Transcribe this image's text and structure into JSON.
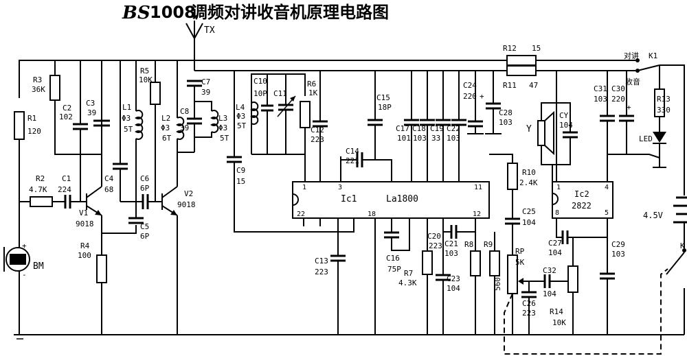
{
  "title": {
    "brand": "BS",
    "model": "1008",
    "text": "调频对讲收音机原理电路图"
  },
  "antenna": {
    "label": "TX"
  },
  "switch_k1": {
    "name": "K1",
    "pos_talk": "对讲",
    "pos_radio": "收音"
  },
  "power": {
    "voltage": "4.5V",
    "switch": "K"
  },
  "mic": {
    "label": "BM",
    "plus": "+",
    "minus": "-"
  },
  "speaker": {
    "label": "Y"
  },
  "led": {
    "label": "LED"
  },
  "ics": {
    "ic1": {
      "ref": "Ic1",
      "part": "La1800",
      "pins": [
        "1",
        "3",
        "11",
        "22",
        "18",
        "12"
      ]
    },
    "ic2": {
      "ref": "Ic2",
      "part": "2822",
      "pins": [
        "1",
        "4",
        "8",
        "5"
      ]
    }
  },
  "transistors": {
    "v1": {
      "ref": "V1",
      "type": "9018"
    },
    "v2": {
      "ref": "V2",
      "type": "9018"
    }
  },
  "resistors": {
    "r1": {
      "ref": "R1",
      "value": "120"
    },
    "r2": {
      "ref": "R2",
      "value": "4.7K"
    },
    "r3": {
      "ref": "R3",
      "value": "36K"
    },
    "r4": {
      "ref": "R4",
      "value": "100"
    },
    "r5": {
      "ref": "R5",
      "value": "10K"
    },
    "r6": {
      "ref": "R6",
      "value": "1K"
    },
    "r7": {
      "ref": "R7",
      "value": "4.3K"
    },
    "r8": {
      "ref": "R8",
      "value": ""
    },
    "r9": {
      "ref": "R9",
      "value": "560"
    },
    "r10": {
      "ref": "R10",
      "value": "2.4K"
    },
    "r11": {
      "ref": "R11",
      "value": "47"
    },
    "r12": {
      "ref": "R12",
      "value": "15"
    },
    "r13": {
      "ref": "R13",
      "value": "330"
    },
    "r14": {
      "ref": "R14",
      "value": "10K"
    },
    "rp": {
      "ref": "RP",
      "value": "5K"
    }
  },
  "capacitors": {
    "c1": {
      "ref": "C1",
      "value": "224"
    },
    "c2": {
      "ref": "C2",
      "value": "102"
    },
    "c3": {
      "ref": "C3",
      "value": "39"
    },
    "c4": {
      "ref": "C4",
      "value": "68"
    },
    "c5": {
      "ref": "C5",
      "value": "6P"
    },
    "c6": {
      "ref": "C6",
      "value": "6P"
    },
    "c7": {
      "ref": "C7",
      "value": "39"
    },
    "c8": {
      "ref": "C8",
      "value": "39"
    },
    "c9": {
      "ref": "C9",
      "value": "15"
    },
    "c10": {
      "ref": "C10",
      "value": "10P"
    },
    "c11": {
      "ref": "C11",
      "value": ""
    },
    "c12": {
      "ref": "C12",
      "value": "223"
    },
    "c13": {
      "ref": "C13",
      "value": "223"
    },
    "c14": {
      "ref": "C14",
      "value": "221"
    },
    "c15": {
      "ref": "C15",
      "value": "18P"
    },
    "c16": {
      "ref": "C16",
      "value": "75P"
    },
    "c17": {
      "ref": "C17",
      "value": "101"
    },
    "c18": {
      "ref": "C18",
      "value": "103"
    },
    "c19": {
      "ref": "C19",
      "value": "33"
    },
    "c20": {
      "ref": "C20",
      "value": "223"
    },
    "c21": {
      "ref": "C21",
      "value": "103"
    },
    "c22": {
      "ref": "C22",
      "value": "103"
    },
    "c23": {
      "ref": "C23",
      "value": "104"
    },
    "c24": {
      "ref": "C24",
      "value": "220"
    },
    "c25": {
      "ref": "C25",
      "value": "104"
    },
    "c26": {
      "ref": "C26",
      "value": "223"
    },
    "c27": {
      "ref": "C27",
      "value": "104"
    },
    "c28": {
      "ref": "C28",
      "value": "103"
    },
    "c29": {
      "ref": "C29",
      "value": "103"
    },
    "c30": {
      "ref": "C30",
      "value": "220"
    },
    "c31": {
      "ref": "C31",
      "value": "103"
    },
    "c32": {
      "ref": "C32",
      "value": "104"
    },
    "cy": {
      "ref": "CY",
      "value": "104"
    }
  },
  "inductors": {
    "l1": {
      "ref": "L1",
      "d": "Φ3",
      "turns": "5T"
    },
    "l2": {
      "ref": "L2",
      "d": "Φ3",
      "turns": "6T"
    },
    "l3": {
      "ref": "L3",
      "d": "Φ3",
      "turns": "5T"
    },
    "l4": {
      "ref": "L4",
      "d": "Φ3",
      "turns": "5T"
    }
  }
}
